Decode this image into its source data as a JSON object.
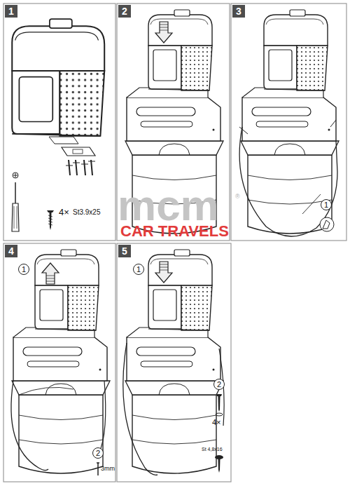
{
  "diagram": {
    "nodes": [
      {
        "text": [
          "1"
        ]
      },
      {
        "text": [
          "2"
        ]
      },
      {
        "text": [
          "3"
        ]
      },
      {
        "text": [
          "1"
        ]
      },
      {
        "text": [
          "4"
        ]
      },
      {
        "text": [
          "1"
        ]
      },
      {
        "text": [
          "2"
        ]
      },
      {
        "text": [
          "5"
        ]
      },
      {
        "text": [
          "1"
        ]
      },
      {
        "text": [
          "2"
        ]
      }
    ],
    "edges": [],
    "labels": [
      "4×",
      "St3.9x25",
      "mcm",
      "®",
      "CAR TRAVELS",
      "3mm",
      "4×",
      "St 4,8x16"
    ]
  }
}
